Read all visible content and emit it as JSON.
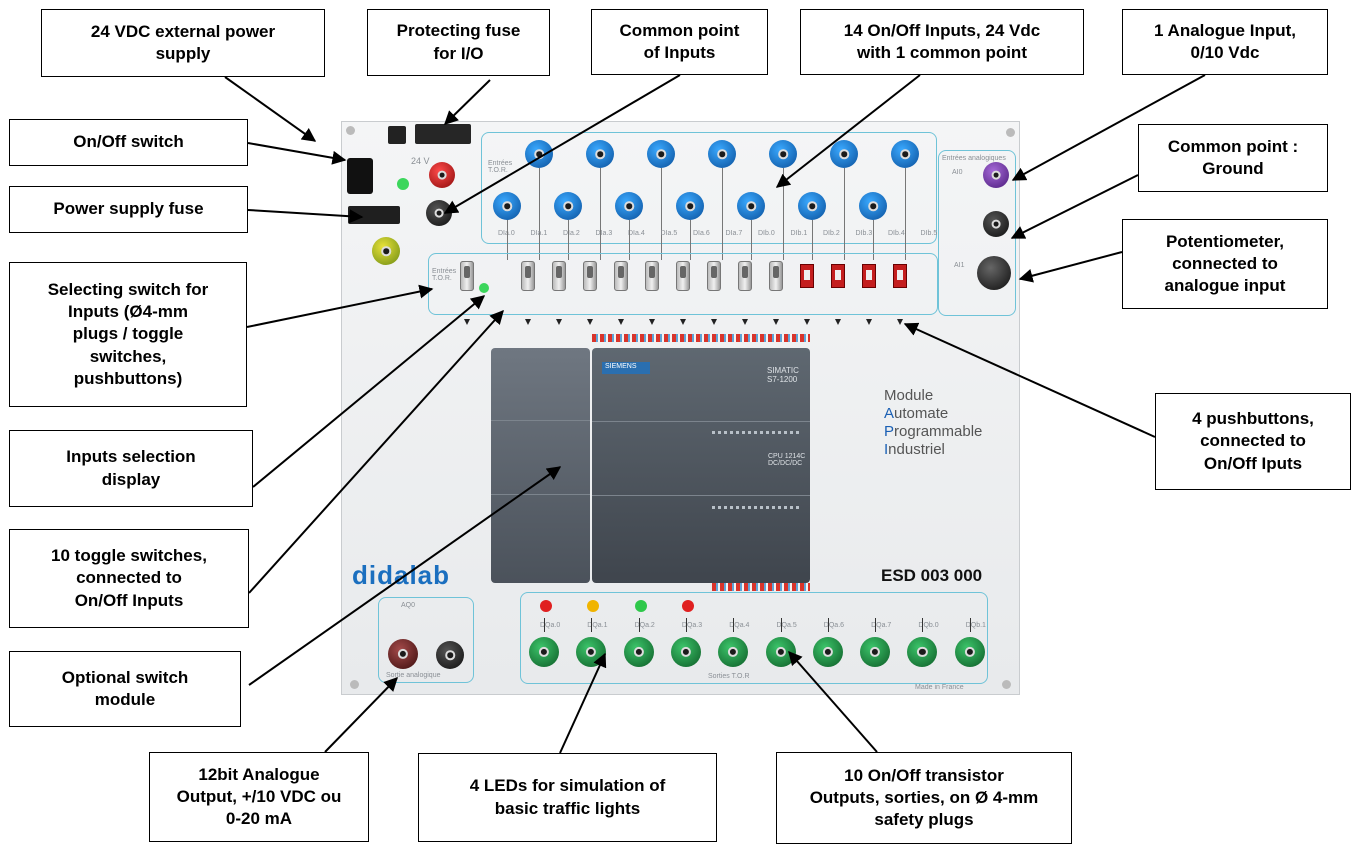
{
  "callouts": {
    "ext_power": "24 VDC external power\nsupply",
    "protect_fuse": "Protecting fuse\nfor I/O",
    "common_inputs": "Common point\nof Inputs",
    "onoff_inputs": "14 On/Off Inputs, 24 Vdc\nwith 1 common point",
    "analog_input": "1 Analogue Input,\n0/10 Vdc",
    "onoff_switch": "On/Off switch",
    "power_fuse": "Power supply fuse",
    "common_ground": "Common point :\nGround",
    "potentiometer": "Potentiometer,\nconnected to\nanalogue input",
    "selecting_switch": "Selecting switch for\nInputs (Ø4-mm\nplugs / toggle\nswitches,\npushbuttons)",
    "pushbuttons": "4 pushbuttons,\nconnected to\nOn/Off Iputs",
    "inputs_display": "Inputs selection\ndisplay",
    "toggle_switches": "10 toggle switches,\nconnected to\nOn/Off Inputs",
    "optional_switch": "Optional switch\nmodule",
    "analog_output": "12bit Analogue\nOutput, +/10 VDC ou\n0-20 mA",
    "leds": "4 LEDs for simulation of\nbasic traffic lights",
    "transistor_outputs": "10 On/Off transistor\nOutputs, sorties, on Ø 4-mm\nsafety plugs"
  },
  "board": {
    "module_title_lines": [
      "Module",
      "Automate",
      "Programmable",
      "Industriel"
    ],
    "model": "ESD 003 000",
    "brand": "didalab",
    "plc_brand": "SIEMENS",
    "plc_model": "SIMATIC\nS7-1200",
    "plc_cpu": "CPU 1214C\nDC/DC/DC",
    "made_in": "Made in France",
    "voltage": "24 V",
    "inputs_tor": "Entrées\nT.O.R.",
    "analog_in_label": "Entrées analogiques",
    "ai0": "AI0",
    "ai1": "AI1",
    "aq0": "AQ0",
    "outputs_tor": "Sorties T.O.R",
    "analog_out_label": "Sortie analogique",
    "input_labels": [
      "DIa.0",
      "DIa.1",
      "DIa.2",
      "DIa.3",
      "DIa.4",
      "DIa.5",
      "DIa.6",
      "DIa.7",
      "DIb.0",
      "DIb.1",
      "DIb.2",
      "DIb.3",
      "DIb.4",
      "DIb.5"
    ],
    "output_labels": [
      "DQa.0",
      "DQa.1",
      "DQa.2",
      "DQa.3",
      "DQa.4",
      "DQa.5",
      "DQa.6",
      "DQa.7",
      "DQb.0",
      "DQb.1"
    ]
  },
  "colors": {
    "panel_outline": "#6fc3d8",
    "jack_blue": "#0a6fd0",
    "jack_green": "#138a3a",
    "led_red": "#e02020",
    "led_yellow": "#f0b400",
    "led_green": "#2ec84a",
    "module_accent": "#1a5fb4",
    "arrow": "#000000"
  }
}
